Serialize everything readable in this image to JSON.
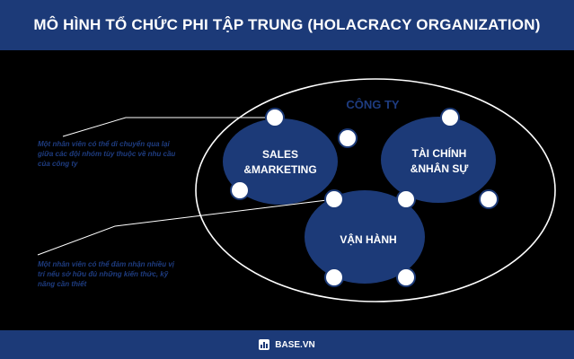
{
  "header": {
    "title": "MÔ HÌNH TỔ CHỨC PHI TẬP TRUNG (HOLACRACY ORGANIZATION)"
  },
  "diagram": {
    "company_label": "CÔNG TY",
    "circles": [
      {
        "id": "sales",
        "line1": "SALES",
        "line2": "&MARKETING"
      },
      {
        "id": "finance",
        "line1": "TÀI CHÍNH",
        "line2": "&NHÂN SỰ"
      },
      {
        "id": "operations",
        "line1": "VẬN HÀNH",
        "line2": ""
      }
    ]
  },
  "notes": [
    "Một nhân viên có thể di chuyển qua lại giữa các đội nhóm tùy thuộc về nhu cầu của công ty",
    "Một nhân viên có thể đảm nhận nhiều vị trí nếu sở hữu đủ những kiến thức, kỹ năng cần thiết"
  ],
  "footer": {
    "brand": "BASE.VN"
  },
  "colors": {
    "banner": "#1c3a78",
    "circle_fill": "#1c3a78",
    "outline": "#ffffff",
    "company_label": "#1e3c80",
    "node_fill": "#ffffff",
    "background": "#000000"
  }
}
